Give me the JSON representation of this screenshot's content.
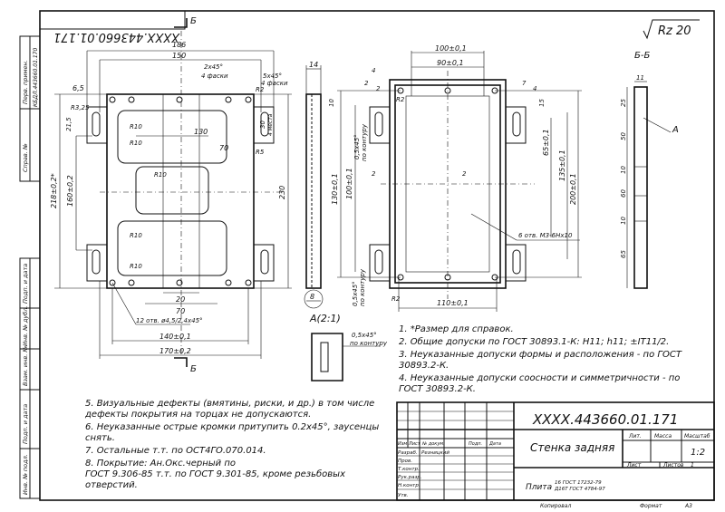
{
  "stamp_top": "XXXX.443660.01.171",
  "side_labels": {
    "perv_primen": "Перв. примен.",
    "perv_code": "КБДЛ.443660.01.170",
    "sprav": "Справ. №",
    "podp_data1": "Подп. и дата",
    "inv_dubl": "Инв. № дубл.",
    "vzam_inv": "Взам. инв. №",
    "podp_data2": "Подп. и дата",
    "inv_podl": "Инв. № подл."
  },
  "roughness": "Rz 20",
  "section_label": "Б-Б",
  "section_mark": "Б",
  "detail_label": "А(2:1)",
  "detail_ref": "А",
  "front_dims": {
    "w186": "186",
    "w150": "150",
    "chamfer1": "2х45°",
    "chamfer1_note": "4 фаски",
    "chamfer2": "5х45°",
    "chamfer2_note": "4 фаски",
    "r2": "R2",
    "d65": "6,5",
    "r325": "R3,25",
    "d215": "21,5",
    "d30": "30",
    "d30_note": "4 места",
    "r5": "R5",
    "r10a": "R10",
    "r10b": "R10",
    "d130": "130",
    "d70": "70",
    "r10c": "R10",
    "r10d": "R10",
    "r10e": "R10",
    "h218": "218±0,2*",
    "h160": "160±0,2",
    "h230": "230",
    "d20": "20",
    "d70b": "70",
    "holes": "12 отв. ø4,5/2,4х45°",
    "w140": "140±0,1",
    "w170": "170±0,2"
  },
  "side_dims": {
    "d14": "14",
    "d8": "8"
  },
  "rear_dims": {
    "w100": "100±0,1",
    "w90": "90±0,1",
    "d4": "4",
    "d7": "7",
    "d2a": "2",
    "d2b": "2",
    "r2": "R2",
    "d4b": "4",
    "d10": "10",
    "d15": "15",
    "d05a": "0,5х45°",
    "d05a_note": "по контуру",
    "h130": "130±0,1",
    "h100": "100±0,1",
    "d2c": "2",
    "d2d": "2",
    "h65": "65±0,1",
    "h135": "135±0,1",
    "h200": "200±0,1",
    "threads": "6 отв. М3-6Нх10",
    "d05b": "0,5х45°",
    "d05b_note": "по контуру",
    "r2b": "R2",
    "w110": "110±0,1",
    "d05c": "0,5х45°",
    "d05c_note": "по контуру"
  },
  "section_dims": {
    "d11": "11",
    "d25": "25",
    "d50": "50",
    "d10a": "10",
    "d60": "60",
    "d10b": "10",
    "d65": "65"
  },
  "notes": [
    "1. *Размер для справок.",
    "2. Общие допуски по ГОСТ 30893.1-К: Н11; h11; ±IT11/2.",
    "3. Неуказанные допуски формы и расположения - по ГОСТ",
    "30893.2-К.",
    "4. Неуказанные допуски соосности и симметричности - по",
    "ГОСТ 30893.2-К."
  ],
  "notes2": [
    "5. Визуальные дефекты (вмятины, риски, и др.) в том числе",
    "дефекты покрытия на торцах не допускаются.",
    "6. Неуказанные острые кромки притупить 0.2х45°, заусенцы",
    "снять.",
    "7. Остальные т.т. по ОСТ4ГО.070.014.",
    "8. Покрытие: Ан.Окс.черный по",
    "ГОСТ 9.306-85 т.т. по ГОСТ 9.301-85, кроме резьбовых",
    "отверстий."
  ],
  "title_block": {
    "designation": "XXXX.443660.01.171",
    "name": "Стенка задняя",
    "material_a": "Плита",
    "material_b": "16 ГОСТ 17232-79",
    "material_c": "Д16Т ГОСТ 4784-97",
    "h_izm": "Изм",
    "h_list": "Лист",
    "h_docum": "№ докум.",
    "h_podp": "Подп.",
    "h_data": "Дата",
    "razrab": "Разраб.",
    "razrab_name": "Резницкий",
    "prov": "Пров.",
    "tkontr": "Т.контр.",
    "rukrazr": "Рук.разр.",
    "nkontr": "Н.контр.",
    "utv": "Утв.",
    "lit": "Лит.",
    "massa": "Масса",
    "masshtab": "Масштаб",
    "scale": "1:2",
    "list": "Лист",
    "listov": "Листов",
    "listov_val": "1",
    "kopiroval": "Копировал",
    "format": "Формат",
    "format_val": "А3"
  }
}
